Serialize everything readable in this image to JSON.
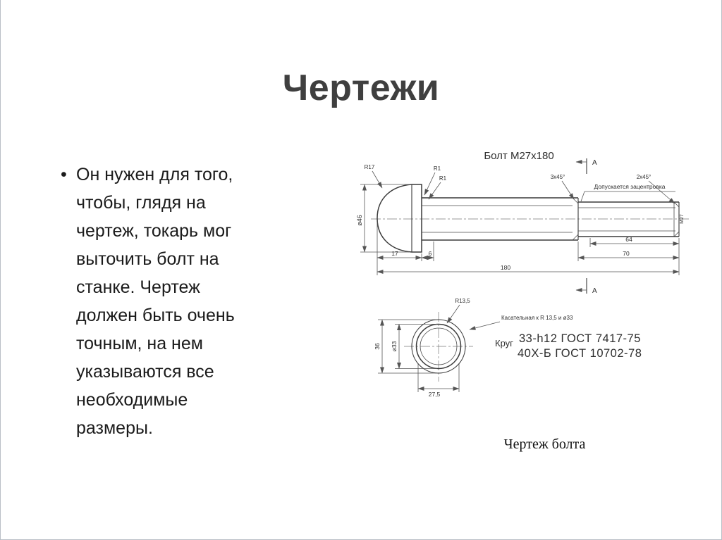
{
  "slide": {
    "title": "Чертежи",
    "bullet": {
      "marker": "•",
      "text": "Он нужен для того,\nчтобы, глядя на\nчертеж, токарь мог\nвыточить болт на\nстанке. Чертеж\nдолжен быть очень\nточным, на нем\nуказываются все\nнеобходимые\nразмеры."
    },
    "caption": "Чертеж болта"
  },
  "drawing": {
    "title": "Болт М27х180",
    "note_centering": "Допускается зацентровка",
    "section_label": "А",
    "dims": {
      "radius_head": "R17",
      "fillet1": "R1",
      "fillet2": "R1",
      "head_diameter": "ø46",
      "head_height": "17",
      "neck": "6",
      "overall_length": "180",
      "thread_length_64": "64",
      "thread_length_70": "70",
      "chamfer_shaft": "3х45°",
      "chamfer_end": "2х45°",
      "thread": "М27"
    },
    "section_view": {
      "radius": "R13,5",
      "across": "36",
      "diameter": "ø33",
      "width": "27,5",
      "tangent_note": "Касательная к R 13,5 и ø33",
      "material_prefix": "Круг",
      "material_line1": "33-h12 ГОСТ 7417-75",
      "material_line2": "40Х-Б ГОСТ 10702-78"
    }
  },
  "colors": {
    "outline_line": "#3a3a3a",
    "dimension_line": "#555555",
    "frame_border": "#b9bfc6",
    "title_text": "#3f3f3f",
    "body_text": "#1b1b1b"
  }
}
